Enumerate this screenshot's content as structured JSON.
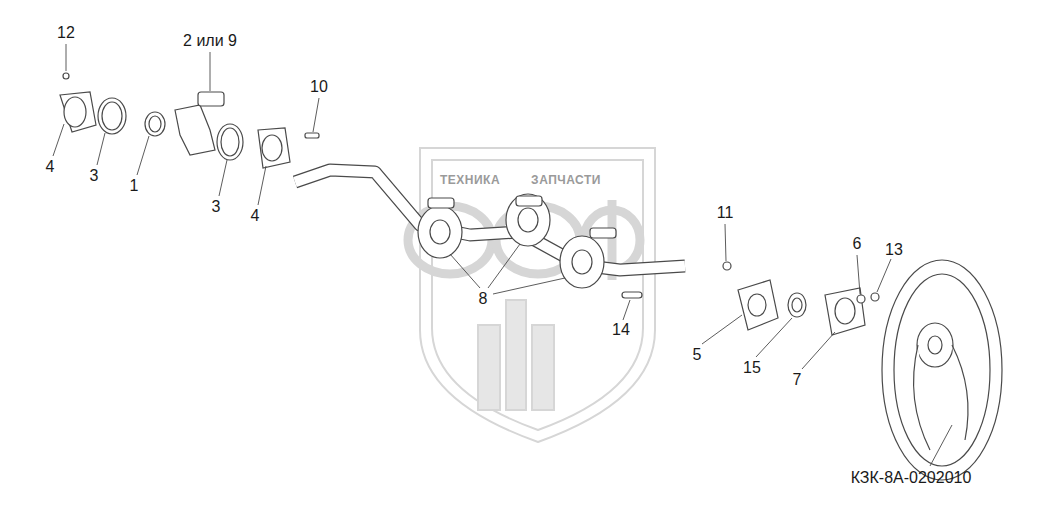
{
  "diagram": {
    "labels": [
      "12",
      "2 или 9",
      "10",
      "4",
      "3",
      "1",
      "3",
      "4",
      "8",
      "11",
      "6",
      "13",
      "14",
      "5",
      "15",
      "7",
      "КЗК-8А-0202010",
      "ТЕХНИКА",
      "ЗАПЧАСТИ"
    ]
  }
}
